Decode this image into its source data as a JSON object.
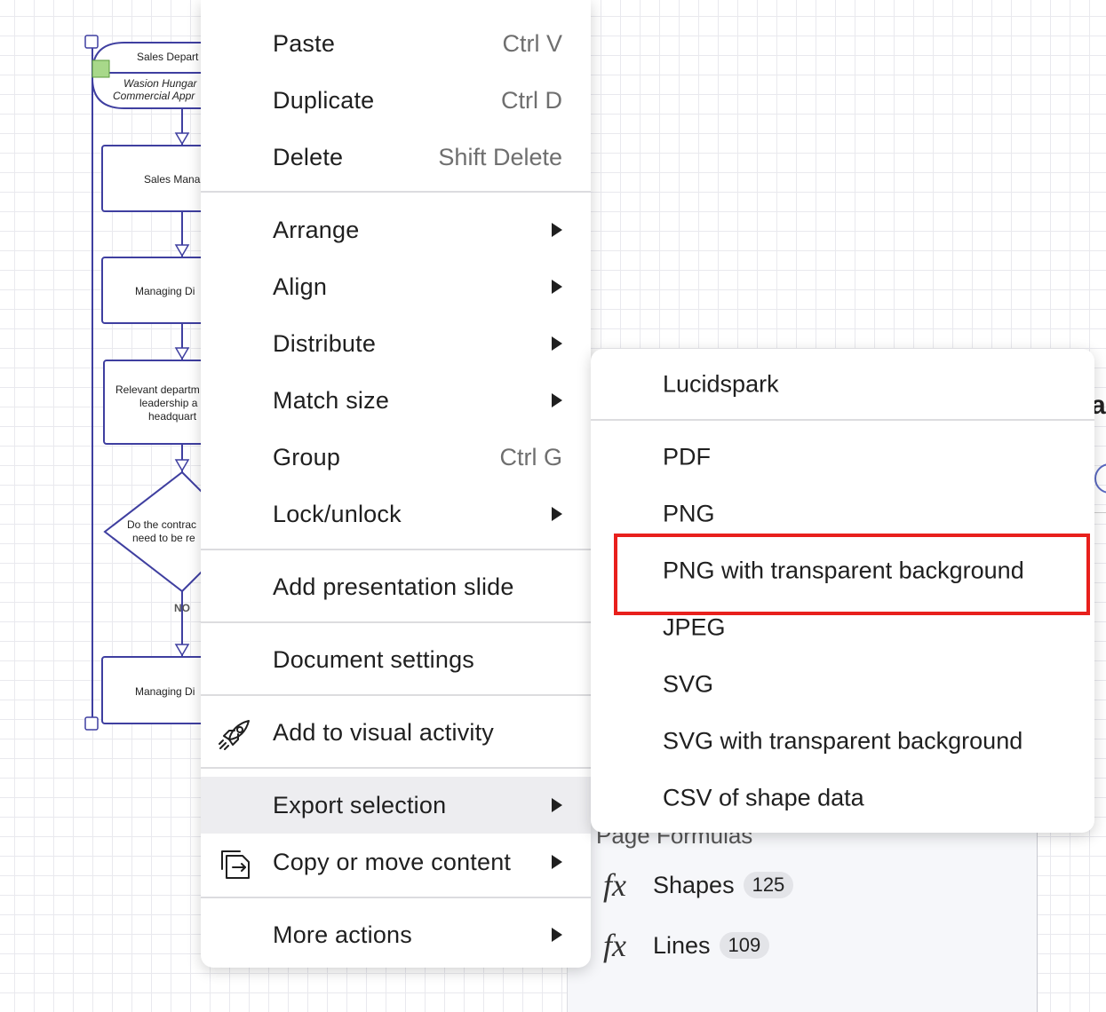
{
  "diagram": {
    "start_title": "Sales Depart",
    "start_line1": "Wasion Hungar",
    "start_line2": "Commercial Appr",
    "step1": "Sales Mana",
    "step2": "Managing Di",
    "step3_line1": "Relevant departm",
    "step3_line2": "leadership a",
    "step3_line3": "headquart",
    "decision_line1": "Do the contrac",
    "decision_line2": "need to be re",
    "no_label": "NO",
    "step4": "Managing Di"
  },
  "context_menu": {
    "items": [
      {
        "label": "Paste",
        "shortcut": "Ctrl V"
      },
      {
        "label": "Duplicate",
        "shortcut": "Ctrl D"
      },
      {
        "label": "Delete",
        "shortcut": "Shift Delete"
      },
      {
        "label": "Arrange",
        "submenu": true
      },
      {
        "label": "Align",
        "submenu": true
      },
      {
        "label": "Distribute",
        "submenu": true
      },
      {
        "label": "Match size",
        "submenu": true
      },
      {
        "label": "Group",
        "shortcut": "Ctrl G"
      },
      {
        "label": "Lock/unlock",
        "submenu": true
      },
      {
        "label": "Add presentation slide"
      },
      {
        "label": "Document settings"
      },
      {
        "label": "Add to visual activity",
        "icon": "rocket-icon"
      },
      {
        "label": "Export selection",
        "submenu": true,
        "highlighted": true
      },
      {
        "label": "Copy or move content",
        "submenu": true,
        "icon": "copy-move-icon"
      },
      {
        "label": "More actions",
        "submenu": true
      }
    ]
  },
  "export_submenu": {
    "items": [
      {
        "label": "Lucidspark"
      },
      {
        "label": "PDF"
      },
      {
        "label": "PNG"
      },
      {
        "label": "PNG with transparent background",
        "annotated": true
      },
      {
        "label": "JPEG"
      },
      {
        "label": "SVG"
      },
      {
        "label": "SVG with transparent background"
      },
      {
        "label": "CSV of shape data"
      }
    ]
  },
  "page_formulas": {
    "title": "Page Formulas",
    "rows": [
      {
        "symbol": "fx",
        "name": "Shapes",
        "count": "125"
      },
      {
        "symbol": "fx",
        "name": "Lines",
        "count": "109"
      }
    ]
  },
  "edge": {
    "partial_text": "a"
  },
  "colors": {
    "shape_stroke": "#3f3fa0",
    "annotation_red": "#e8201c",
    "menu_highlight": "#ededf0",
    "selection_handle": "#8bc34a"
  }
}
